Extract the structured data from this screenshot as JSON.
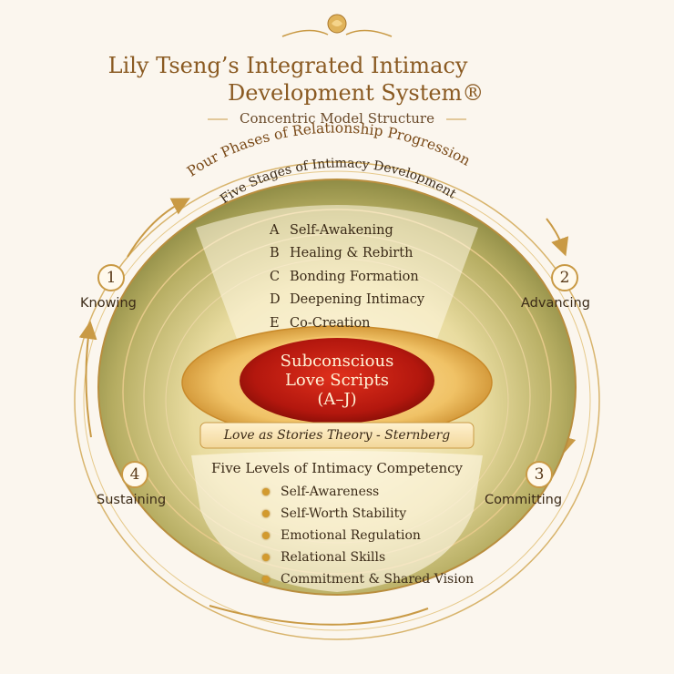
{
  "title": {
    "line1": "Lily Tseng’s Integrated Intimacy",
    "line2": "Development System®",
    "subtitle": "Concentric Model Structure"
  },
  "phases": {
    "arc_label": "Pour Phases of Relationship Progression",
    "items": [
      {
        "number": "1",
        "label": "Knowing"
      },
      {
        "number": "2",
        "label": "Advancing"
      },
      {
        "number": "3",
        "label": "Committing"
      },
      {
        "number": "4",
        "label": "Sustaining"
      }
    ]
  },
  "stages": {
    "arc_label": "Five Stages of Intimacy Development",
    "items": [
      {
        "letter": "A",
        "label": "Self-Awakening"
      },
      {
        "letter": "B",
        "label": "Healing & Rebirth"
      },
      {
        "letter": "C",
        "label": "Bonding Formation"
      },
      {
        "letter": "D",
        "label": "Deepening Intimacy"
      },
      {
        "letter": "E",
        "label": "Co-Creation"
      }
    ]
  },
  "core": {
    "line1": "Subconscious",
    "line2": "Love Scripts",
    "line3": "(A–J)"
  },
  "theory_label": "Love as Stories Theory - Sternberg",
  "competency": {
    "heading": "Five Levels of Intimacy Competency",
    "items": [
      "Self-Awareness",
      "Self-Worth Stability",
      "Emotional Regulation",
      "Relational Skills",
      "Commitment & Shared Vision"
    ]
  },
  "colors": {
    "gold": "#c99a45",
    "dark_gold": "#8a5a22",
    "core_red": "#b3170e",
    "ring_green": "#a8a85a",
    "background": "#fbf6ee"
  }
}
